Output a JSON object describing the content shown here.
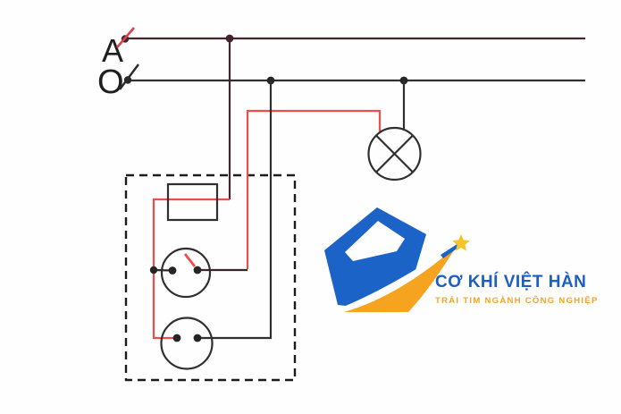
{
  "diagram": {
    "phase_label": "A",
    "neutral_label": "O",
    "components": [
      "phase-line",
      "neutral-line",
      "fuse",
      "switch",
      "socket",
      "lamp",
      "board-enclosure"
    ],
    "colors": {
      "phase_wire": "#42262c",
      "neutral_wire": "#303030",
      "live_wire": "#ef4e48",
      "dark_wire": "#352828",
      "outline": "#303030",
      "junction": "#262626",
      "slash_red": "#d6434b"
    }
  },
  "logo": {
    "title": "CƠ KHÍ VIỆT HÀN",
    "tagline": "TRÁI TIM NGÀNH CÔNG NGHIỆP",
    "colors": {
      "blue": "#1c63c8",
      "title_blue": "#1d5ec4",
      "orange": "#f6a320",
      "star": "#f4c428"
    }
  }
}
